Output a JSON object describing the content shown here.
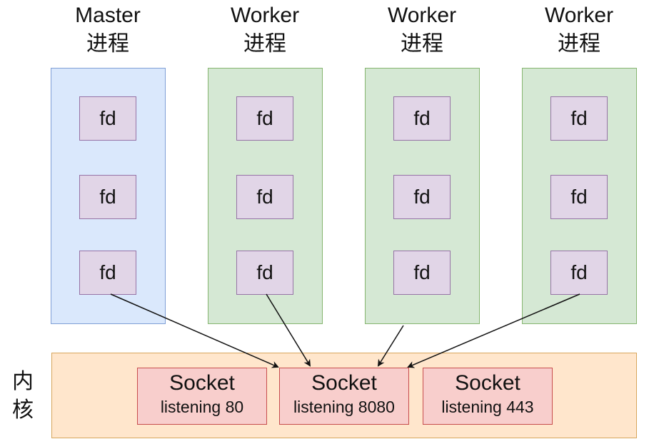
{
  "processes": [
    {
      "title_line1": "Master",
      "title_line2": "进程",
      "fds": [
        "fd",
        "fd",
        "fd"
      ]
    },
    {
      "title_line1": "Worker",
      "title_line2": "进程",
      "fds": [
        "fd",
        "fd",
        "fd"
      ]
    },
    {
      "title_line1": "Worker",
      "title_line2": "进程",
      "fds": [
        "fd",
        "fd",
        "fd"
      ]
    },
    {
      "title_line1": "Worker",
      "title_line2": "进程",
      "fds": [
        "fd",
        "fd",
        "fd"
      ]
    }
  ],
  "kernel": {
    "label_line1": "内",
    "label_line2": "核",
    "sockets": [
      {
        "title": "Socket",
        "subtitle": "listening 80"
      },
      {
        "title": "Socket",
        "subtitle": "listening 8080"
      },
      {
        "title": "Socket",
        "subtitle": "listening 443"
      }
    ]
  },
  "colors": {
    "master_fill": "#dae8fc",
    "worker_fill": "#d5e8d4",
    "fd_fill": "#e1d5e7",
    "kernel_fill": "#ffe6cc",
    "socket_fill": "#f8cecc",
    "arrow": "#111111"
  }
}
